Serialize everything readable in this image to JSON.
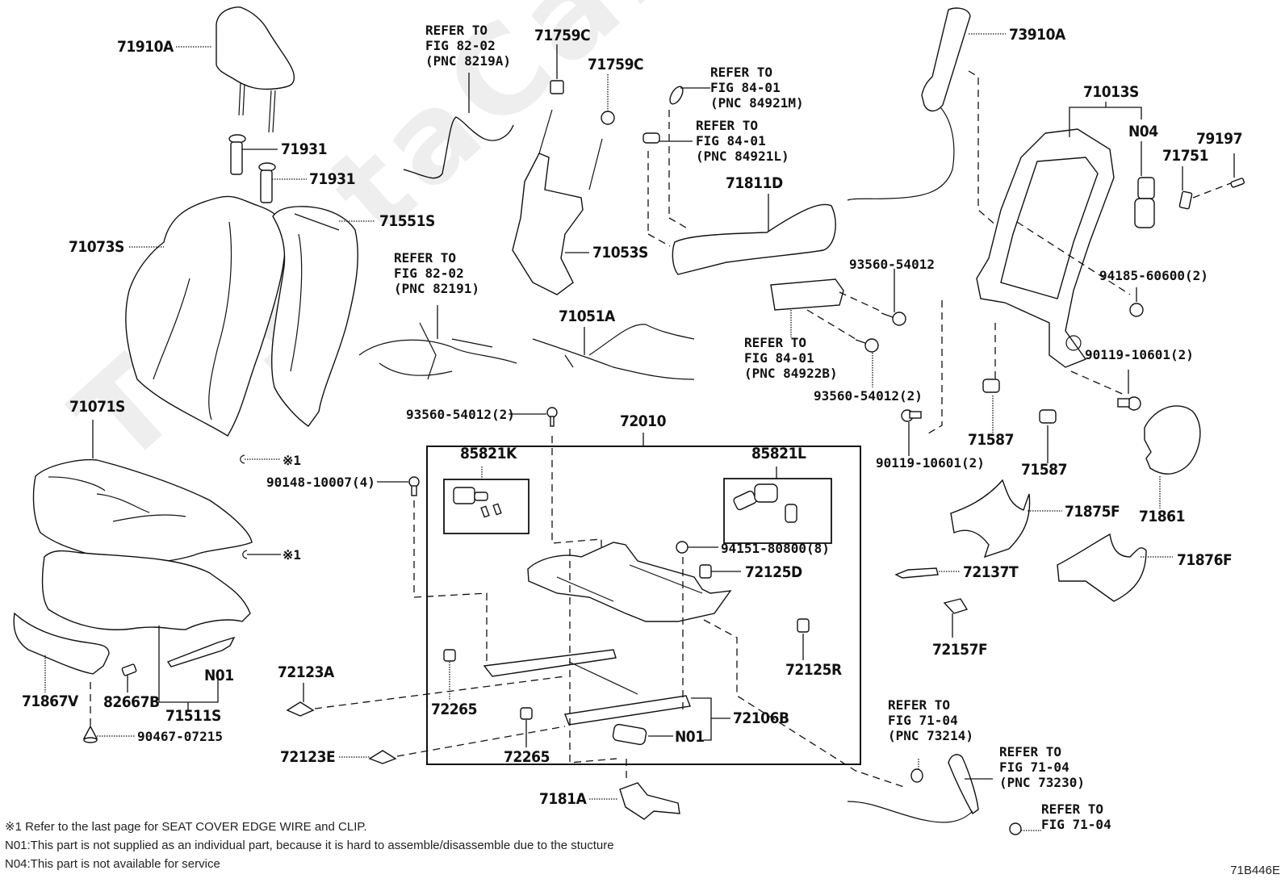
{
  "diagram": {
    "figure_id": "71B446E",
    "watermark": "ToyotaCarline.ru",
    "labels": {
      "headrest": "71910A",
      "headrest_support_1": "71931",
      "headrest_support_2": "71931",
      "seatback_cover": "71073S",
      "seatback_pad": "71551S",
      "wire_ref": [
        "REFER TO",
        "FIG 82-02",
        "(PNC 8219A)"
      ],
      "clip_71759c_1": "71759C",
      "clip_71759c_2": "71759C",
      "spring_71053s": "71053S",
      "switch_ref_m": [
        "REFER TO",
        "FIG 84-01",
        "(PNC 84921M)"
      ],
      "switch_ref_l": [
        "REFER TO",
        "FIG 84-01",
        "(PNC 84921L)"
      ],
      "shield_71811d": "71811D",
      "airbag_73910a": "73910A",
      "frame_71013s": "71013S",
      "n04": "N04",
      "part_71751": "71751",
      "part_79197": "79197",
      "screw_93560_single": "93560-54012",
      "screw_94185": "94185-60600(2)",
      "harness_ref": [
        "REFER TO",
        "FIG 82-02",
        "(PNC 82191)"
      ],
      "harness_71051a": "71051A",
      "switch_ref_b": [
        "REFER TO",
        "FIG 84-01",
        "(PNC 84922B)"
      ],
      "screw_93560_2a": "93560-54012(2)",
      "bolt_90119_a": "90119-10601(2)",
      "bolt_90119_b": "90119-10601(2)",
      "cushion_cover_71071s": "71071S",
      "edge_mark_1": "※1",
      "edge_mark_2": "※1",
      "bolt_90148": "90148-10007(4)",
      "screw_93560_2b": "93560-54012(2)",
      "adjuster_72010": "72010",
      "motor_85821k": "85821K",
      "motor_85821l": "85821L",
      "nut_94151": "94151-80800(8)",
      "cover_72125d": "72125D",
      "cover_72125r": "72125R",
      "bush_71587_a": "71587",
      "bush_71587_b": "71587",
      "cover_71861": "71861",
      "shield_71875f": "71875F",
      "shield_71876f": "71876F",
      "part_72137t": "72137T",
      "part_72157f": "72157F",
      "pad_71511s": "71511S",
      "n01_a": "N01",
      "n01_b": "N01",
      "part_82667b": "82667B",
      "part_71867v": "71867V",
      "clip_90467": "90467-07215",
      "cover_72123a": "72123A",
      "cover_72123e": "72123E",
      "part_72265_a": "72265",
      "part_72265_b": "72265",
      "track_72106b": "72106B",
      "part_7181a": "7181A",
      "belt_ref_73214": [
        "REFER TO",
        "FIG 71-04",
        "(PNC 73214)"
      ],
      "belt_ref_73230": [
        "REFER TO",
        "FIG 71-04",
        "(PNC 73230)"
      ],
      "belt_ref_bolt": [
        "REFER TO",
        "FIG 71-04"
      ]
    },
    "notes": [
      "※1 Refer to the last page for SEAT COVER EDGE WIRE and CLIP.",
      "N01:This part is not supplied as an individual part, because it is hard to assemble/disassemble due to the stucture",
      "N04:This part is not available for service"
    ]
  }
}
